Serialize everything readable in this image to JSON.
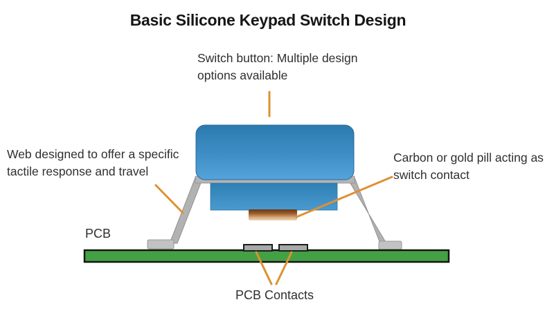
{
  "title": "Basic Silicone Keypad Switch Design",
  "labels": {
    "switch_button": "Switch button: Multiple design\noptions available",
    "web": "Web designed to offer a specific\ntactile response and travel",
    "carbon_pill": "Carbon or gold pill acting as\nswitch contact",
    "pcb": "PCB",
    "pcb_contacts": "PCB Contacts"
  },
  "diagram": {
    "type": "annotated-illustration",
    "parts": [
      {
        "id": "switch-button-cap",
        "annotation": "Switch button: Multiple design options available",
        "color": "#3c8dc4"
      },
      {
        "id": "plunger",
        "annotation": "",
        "color": "#3c8dc4"
      },
      {
        "id": "web",
        "annotation": "Web designed to offer a specific tactile response and travel",
        "color": "#b4b4b4"
      },
      {
        "id": "contact-pill",
        "annotation": "Carbon or gold pill acting as switch contact",
        "color": "#a9672f"
      },
      {
        "id": "pcb-board",
        "annotation": "PCB",
        "color": "#44a044"
      },
      {
        "id": "pcb-contacts",
        "annotation": "PCB Contacts",
        "color": "#a8a8a8"
      }
    ],
    "annotation_line_color": "#dd9133"
  },
  "colors": {
    "background": "#ffffff",
    "text": "#2f2f2f",
    "button_blue_top": "#2b7aae",
    "button_blue_bottom": "#55a3da",
    "web_gray": "#b4b4b4",
    "pill_brown": "#6b3512",
    "pill_tan": "#f0d6b6",
    "pcb_green": "#44a044",
    "pcb_border": "#141414",
    "annotation_orange": "#dd9133"
  }
}
